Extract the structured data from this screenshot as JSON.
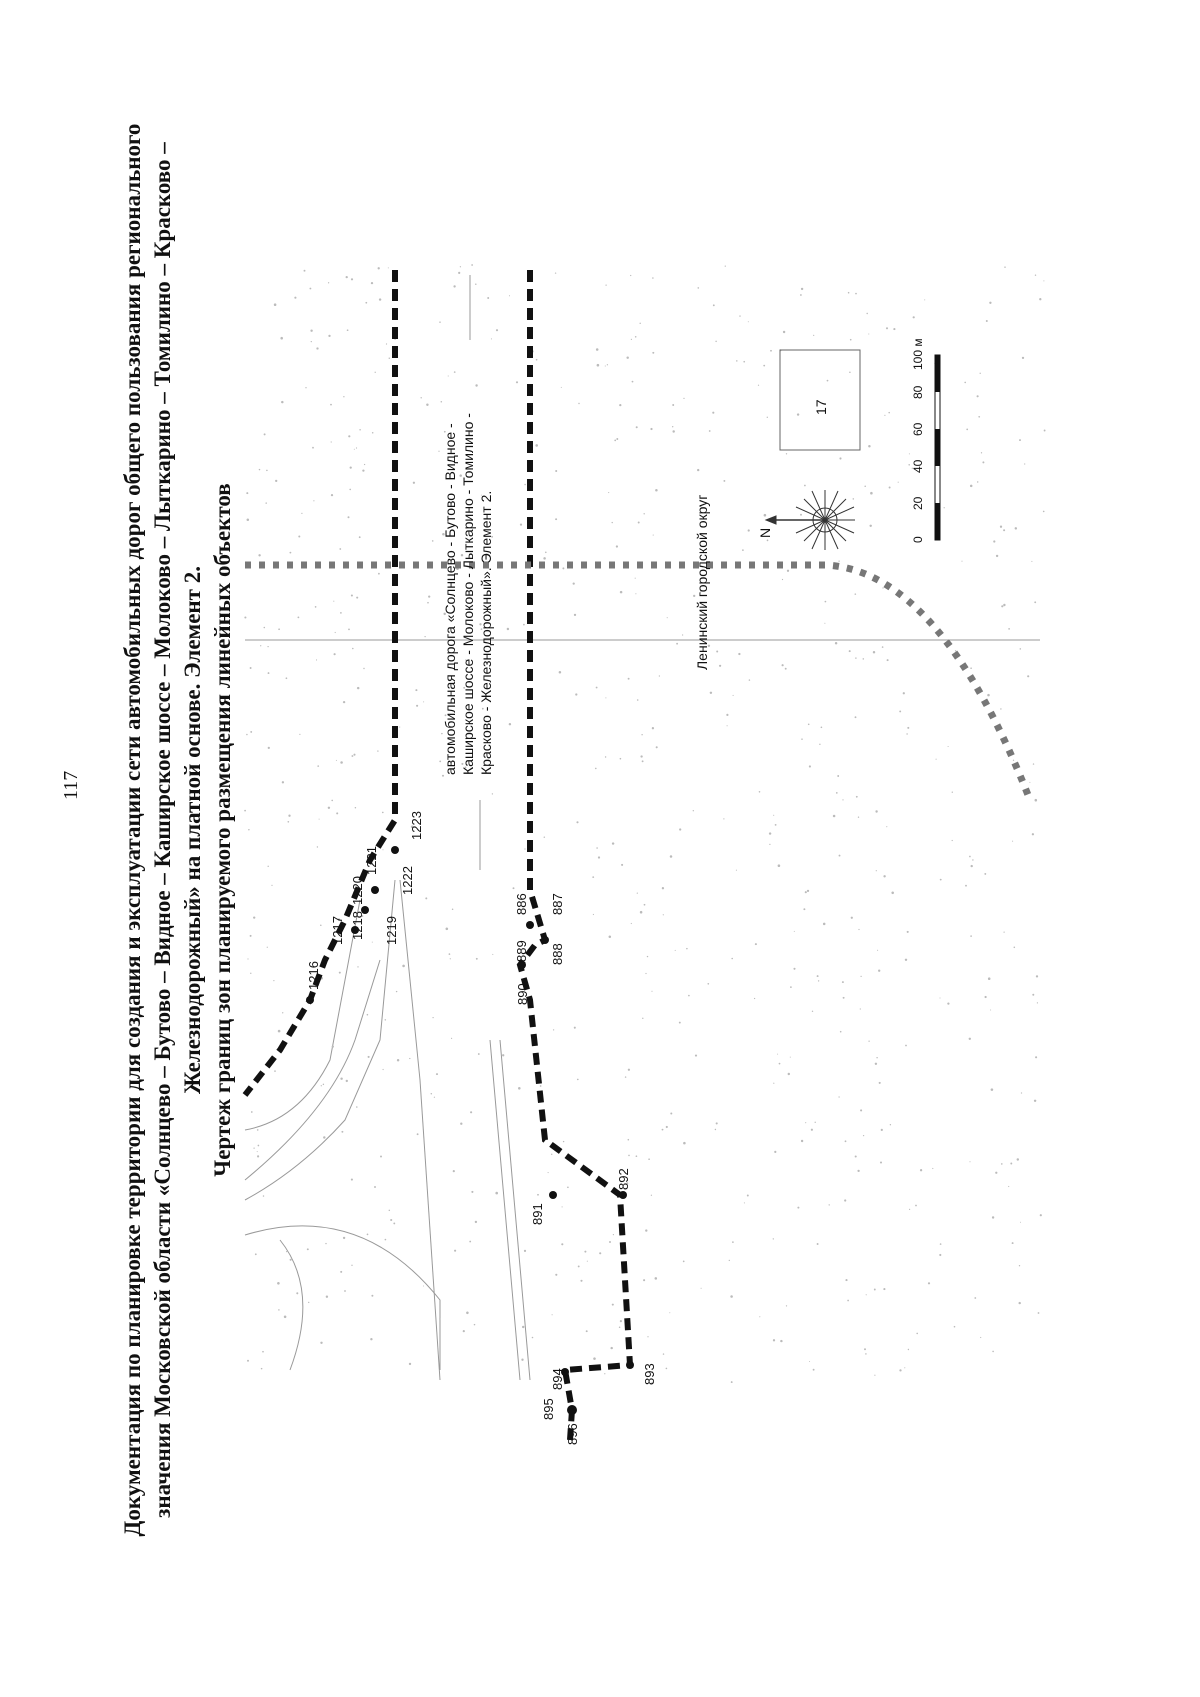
{
  "page_number": "117",
  "title": {
    "line1": "Документация по планировке территории для создания и эксплуатации сети автомобильных дорог общего пользования регионального",
    "line2": "значения Московской области «Солнцево – Бутово – Видное – Каширское шоссе – Молоково – Лыткарино – Томилино – Красково –",
    "line3": "Железнодорожный» на платной основе. Элемент 2.",
    "line4": "Чертеж границ зон планируемого размещения линейных объектов"
  },
  "road_label": {
    "line1": "автомобильная   дорога   «Солнцево   -   Бутово   -   Видное   -",
    "line2": "Каширское   шоссе   -   Молоково   -   Лыткарино   -   Томилино   -",
    "line3": "Красково - Железнодорожный». Элемент 2."
  },
  "district_label": "Ленинский городской округ",
  "parcel_label": "17",
  "north_label": "N",
  "scale_bar": {
    "labels": [
      "0",
      "20",
      "40",
      "60",
      "80",
      "100 м"
    ]
  },
  "points": {
    "upper": [
      "1216",
      "1217",
      "1218",
      "1219",
      "1220",
      "1221",
      "1222",
      "1223"
    ],
    "lower": [
      "886",
      "887",
      "888",
      "889",
      "890",
      "891",
      "892",
      "893",
      "894",
      "895",
      "896"
    ]
  }
}
